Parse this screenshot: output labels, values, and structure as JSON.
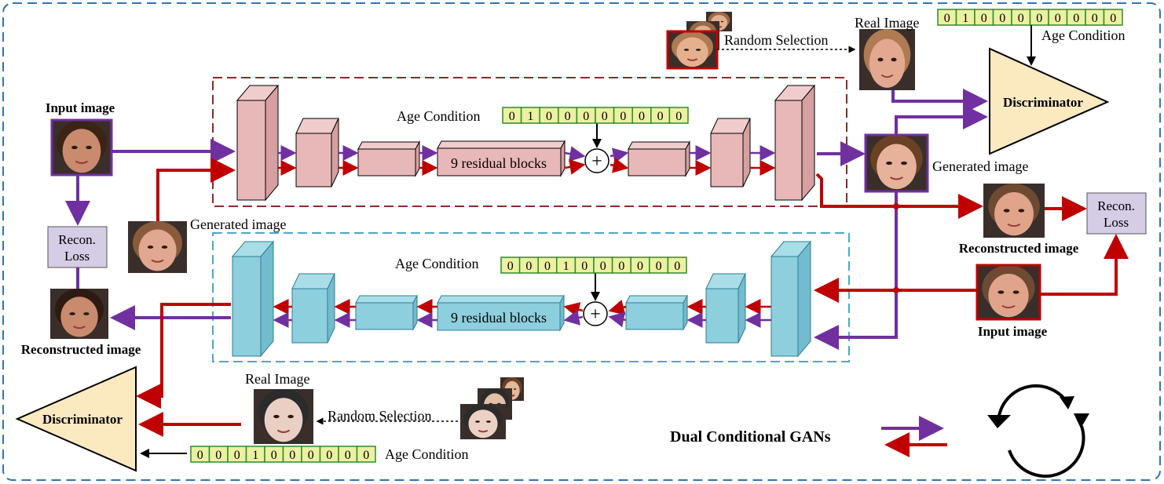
{
  "labels": {
    "input_image": "Input image",
    "recon_loss_line1": "Recon.",
    "recon_loss_line2": "Loss",
    "reconstructed_image": "Reconstructed image",
    "generated_image": "Generated image",
    "real_image": "Real Image",
    "random_selection": "Random Selection",
    "age_condition": "Age Condition",
    "residual_blocks": "9 residual blocks",
    "discriminator": "Discriminator",
    "legend": "Dual Conditional GANs",
    "plus": "+"
  },
  "age_vectors": {
    "top_right": [
      "0",
      "1",
      "0",
      "0",
      "0",
      "0",
      "0",
      "0",
      "0",
      "0"
    ],
    "gen_top": [
      "0",
      "1",
      "0",
      "0",
      "0",
      "0",
      "0",
      "0",
      "0",
      "0"
    ],
    "gen_bottom": [
      "0",
      "0",
      "0",
      "1",
      "0",
      "0",
      "0",
      "0",
      "0",
      "0"
    ],
    "bottom_left": [
      "0",
      "0",
      "0",
      "1",
      "0",
      "0",
      "0",
      "0",
      "0",
      "0"
    ]
  },
  "colors": {
    "purple_arrow": "#7030a0",
    "red_arrow": "#c00000",
    "top_block": "#e8b8b8",
    "bottom_block": "#8ecfdd",
    "discriminator_fill": "#fbe9c0",
    "recon_fill": "#d5cce6",
    "age_cell": "#ecf0a0",
    "age_border": "#2e8b2e",
    "outer_dash": "#2e75b6",
    "top_dash": "#8b2a2a",
    "bottom_dash": "#4aa9c4",
    "face_skin": "#d9a386",
    "face_hair": "#5b3a29"
  }
}
